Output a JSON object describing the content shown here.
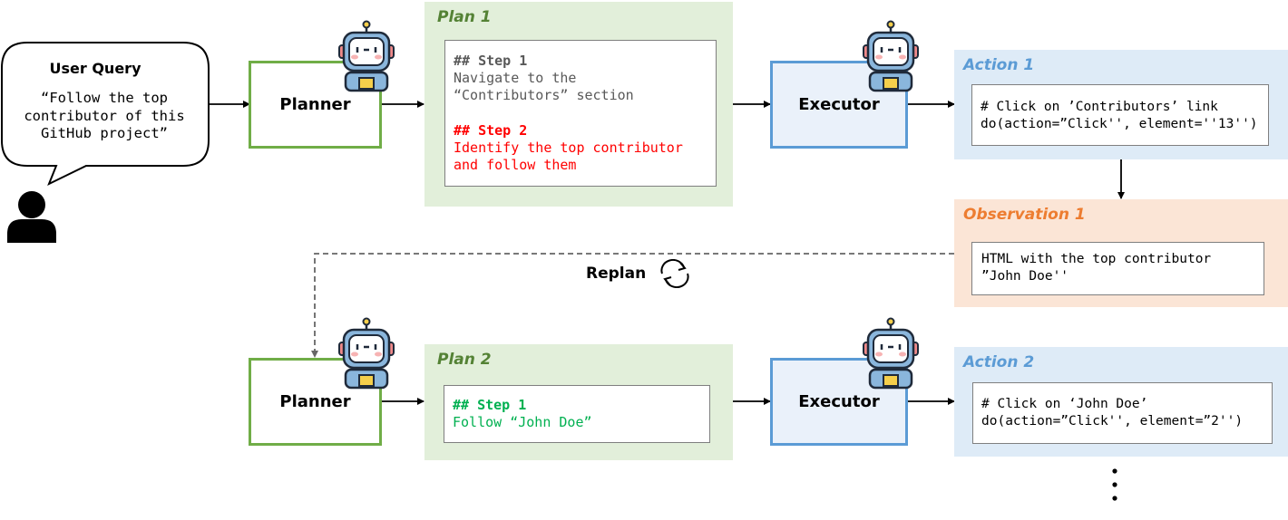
{
  "user_query": {
    "title": "User Query",
    "text": "“Follow the top\ncontributor of this\nGitHub project”"
  },
  "planner_label": "Planner",
  "executor_label": "Executor",
  "plan1": {
    "title": "Plan 1",
    "step1_heading": "## Step 1",
    "step1_text": "Navigate to the\n“Contributors” section",
    "step2_heading": "## Step 2",
    "step2_text": "Identify the top contributor\nand follow them"
  },
  "action1": {
    "title": "Action 1",
    "code": "# Click on ’Contributors’ link\ndo(action=”Click'', element=''13'')"
  },
  "observation1": {
    "title": "Observation 1",
    "text": "HTML with the top contributor\n”John Doe''"
  },
  "replan_label": "Replan",
  "plan2": {
    "title": "Plan 2",
    "step1_heading": "## Step 1",
    "step1_text": "Follow “John Doe”"
  },
  "action2": {
    "title": "Action 2",
    "code": "# Click on ‘John Doe’\ndo(action=”Click'', element=”2'')"
  },
  "colors": {
    "planner_border": "#70ad47",
    "executor_border": "#5b9bd5",
    "plan_title": "#548235",
    "action_title": "#5b9bd5",
    "observation_title": "#ed7d31",
    "step_gray": "#595959",
    "step_red": "#ff0000",
    "step_green": "#00b050"
  },
  "icons": [
    "user-icon",
    "robot-icon",
    "replan-cycle-icon",
    "vertical-ellipsis-icon"
  ]
}
